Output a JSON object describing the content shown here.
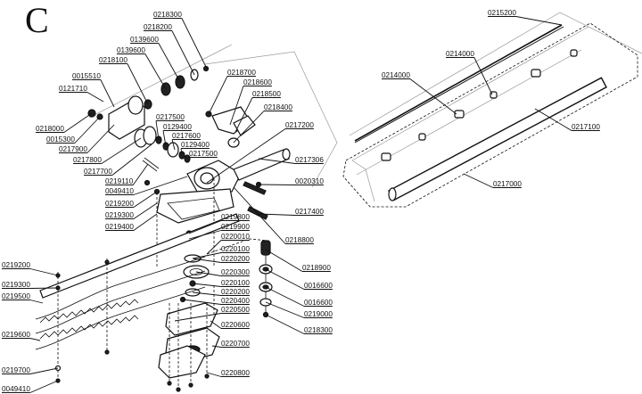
{
  "section_letter": "C",
  "labels": {
    "l0218300a": "0218300",
    "l0218200": "0218200",
    "l0139600a": "0139600",
    "l0139600b": "0139600",
    "l0218100": "0218100",
    "l0015510": "0015510",
    "l0121710": "0121710",
    "l0218000": "0218000",
    "l0015300": "0015300",
    "l0217900": "0217900",
    "l0217800": "0217800",
    "l0217700": "0217700",
    "l0219110": "0219110",
    "l0049410a": "0049410",
    "l0219200a": "0219200",
    "l0219300a": "0219300",
    "l0219400": "0219400",
    "l0217500a": "0217500",
    "l0129400a": "0129400",
    "l0217600": "0217600",
    "l0129400b": "0129400",
    "l0217500b": "0217500",
    "l0218700": "0218700",
    "l0218600": "0218600",
    "l0218500": "0218500",
    "l0218400": "0218400",
    "l0217200": "0217200",
    "l0217306": "0217306",
    "l0020310": "0020310",
    "l0217400": "0217400",
    "l0219800": "0219800",
    "l0219900": "0219900",
    "l0220010": "0220010",
    "l0220100a": "0220100",
    "l0220200a": "0220200",
    "l0220300": "0220300",
    "l0220100b": "0220100",
    "l0220200b": "0220200",
    "l0220400": "0220400",
    "l0220500": "0220500",
    "l0220600": "0220600",
    "l0220700": "0220700",
    "l0220800": "0220800",
    "l0218800": "0218800",
    "l0218900": "0218900",
    "l0016600a": "0016600",
    "l0016600b": "0016600",
    "l0219000": "0219000",
    "l0218300b": "0218300",
    "l0219200b": "0219200",
    "l0219300b": "0219300",
    "l0219500": "0219500",
    "l0219600": "0219600",
    "l0219700": "0219700",
    "l0049410b": "0049410",
    "l0215200": "0215200",
    "l0214000a": "0214000",
    "l0214000b": "0214000",
    "l0217100": "0217100",
    "l0217000": "0217000"
  }
}
